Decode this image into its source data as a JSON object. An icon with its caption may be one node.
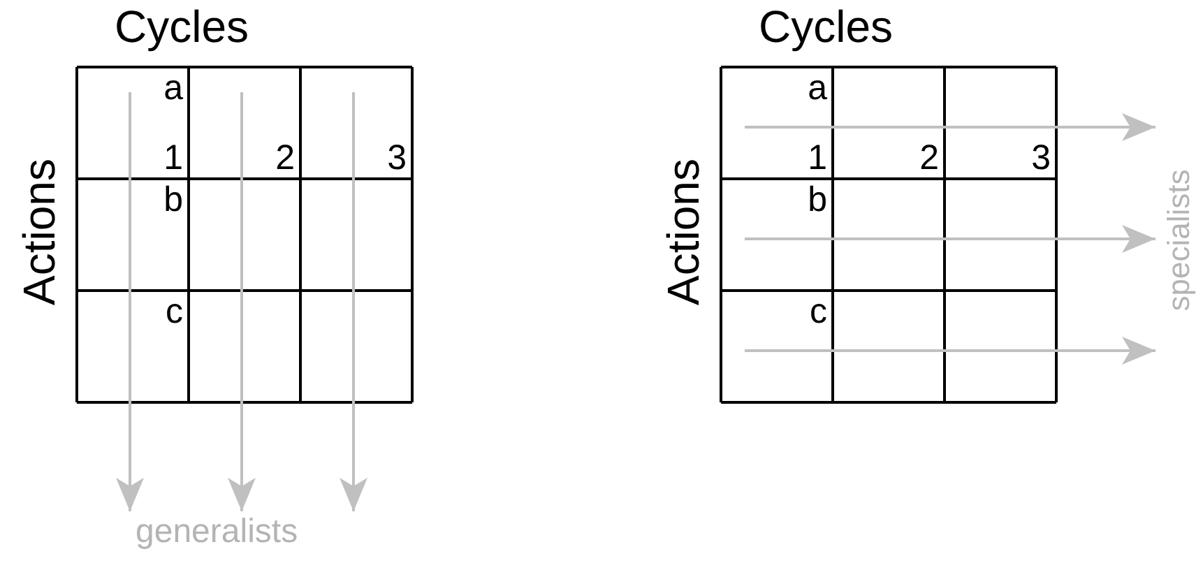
{
  "diagram": {
    "nodes": [
      {
        "text": [
          "generalists"
        ]
      },
      {
        "text": [
          "specialists"
        ]
      }
    ],
    "edges": [
      {
        "from": null,
        "to": 0,
        "arrow": "to"
      },
      {
        "from": null,
        "to": 0,
        "arrow": "to"
      },
      {
        "from": null,
        "to": 0,
        "arrow": "to"
      },
      {
        "from": null,
        "to": 1,
        "arrow": "to"
      },
      {
        "from": null,
        "to": 1,
        "arrow": "to"
      },
      {
        "from": null,
        "to": 1,
        "arrow": "to"
      }
    ],
    "labels": [
      "Cycles",
      "Actions",
      "a",
      "1",
      "2",
      "3",
      "b",
      "c",
      "Cycles",
      "Actions",
      "a",
      "1",
      "2",
      "3",
      "b",
      "c"
    ]
  }
}
